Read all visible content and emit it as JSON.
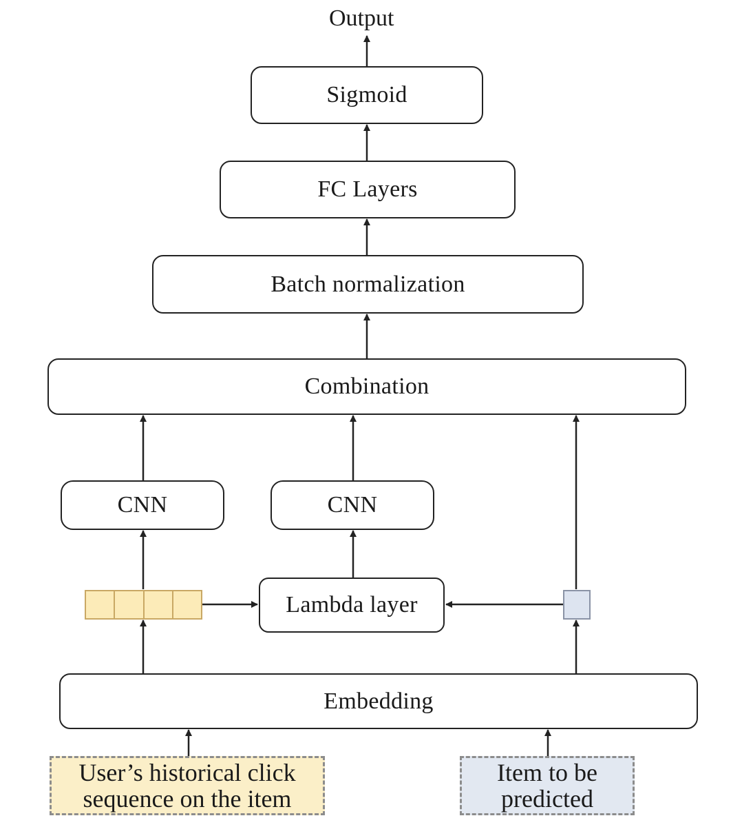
{
  "output_label": "Output",
  "layers": {
    "sigmoid": "Sigmoid",
    "fc": "FC Layers",
    "batch_norm": "Batch normalization",
    "combination": "Combination",
    "cnn_left": "CNN",
    "cnn_right": "CNN",
    "lambda": "Lambda layer",
    "embedding": "Embedding"
  },
  "inputs": {
    "user_sequence": "User’s historical click sequence on the item",
    "user_sequence_lines": [
      "User’s historical click",
      "sequence on the item"
    ],
    "item": "Item to be predicted",
    "item_lines": [
      "Item to be",
      "predicted"
    ]
  },
  "colors": {
    "sequence_fill": "#fcebb8",
    "item_fill": "#e2e8f1",
    "stroke": "#222222"
  },
  "sequence_cells": 4
}
